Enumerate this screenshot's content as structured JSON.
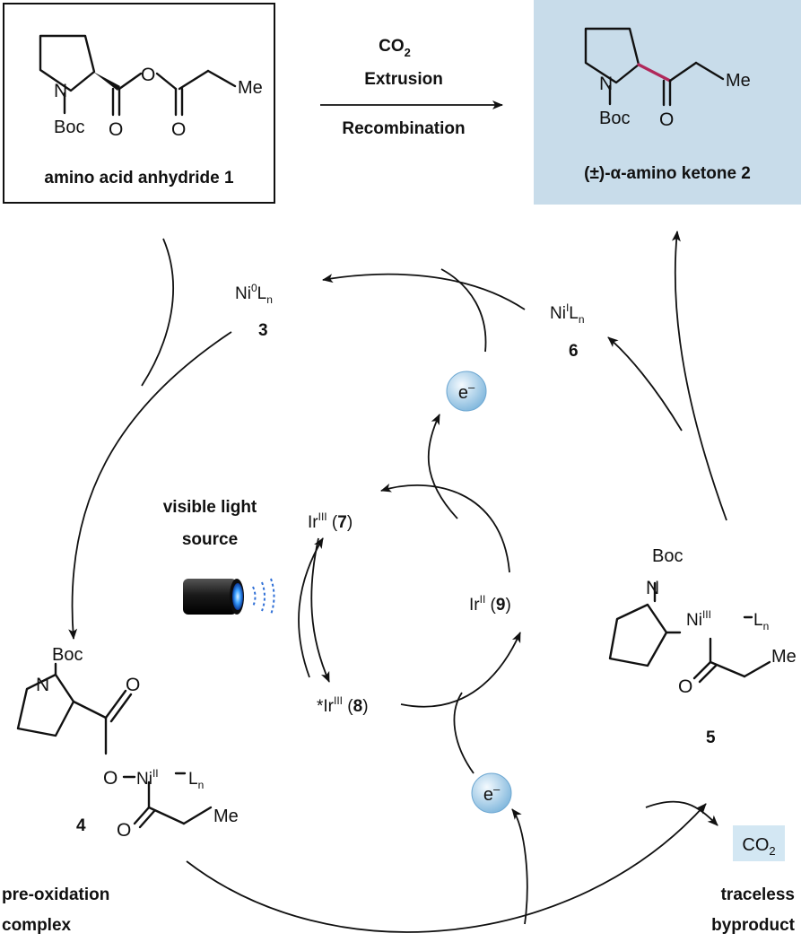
{
  "reaction": {
    "co2_label": "CO",
    "co2_sub": "2",
    "extrusion": "Extrusion",
    "recombination": "Recombination"
  },
  "reactant": {
    "caption": "amino acid anhydride 1"
  },
  "product": {
    "caption": "(±)-α-amino ketone 2",
    "highlight_color": "#c8dcea",
    "bond_color": "#b0285a"
  },
  "atoms": {
    "N": "N",
    "O": "O",
    "Boc": "Boc",
    "Me": "Me"
  },
  "species": {
    "ni0": {
      "base": "Ni",
      "sup": "0",
      "ligand": "L",
      "sub": "n",
      "number": "3"
    },
    "ni1": {
      "base": "Ni",
      "sup": "I",
      "ligand": "L",
      "sub": "n",
      "number": "6"
    },
    "ni2": {
      "base": "Ni",
      "sup": "II",
      "ligand": "L",
      "sub": "n",
      "number": "4"
    },
    "ni3": {
      "base": "Ni",
      "sup": "III",
      "ligand": "L",
      "sub": "n",
      "number": "5"
    },
    "ir7": {
      "base": "Ir",
      "sup": "III",
      "number": "7"
    },
    "ir8": {
      "prefix": "*Ir",
      "sup": "III",
      "number": "8"
    },
    "ir9": {
      "base": "Ir",
      "sup": "II",
      "number": "9"
    }
  },
  "electron": {
    "symbol": "e",
    "charge": "–",
    "color": "#a8cfe8"
  },
  "light": {
    "line1": "visible light",
    "line2": "source",
    "beam_color": "#2f6fd6"
  },
  "labels": {
    "pre_oxidation_1": "pre-oxidation",
    "pre_oxidation_2": "complex",
    "byproduct_1": "traceless",
    "byproduct_2": "byproduct",
    "co2_box": "CO",
    "co2_box_sub": "2",
    "co2_box_color": "#d3e7f3"
  }
}
